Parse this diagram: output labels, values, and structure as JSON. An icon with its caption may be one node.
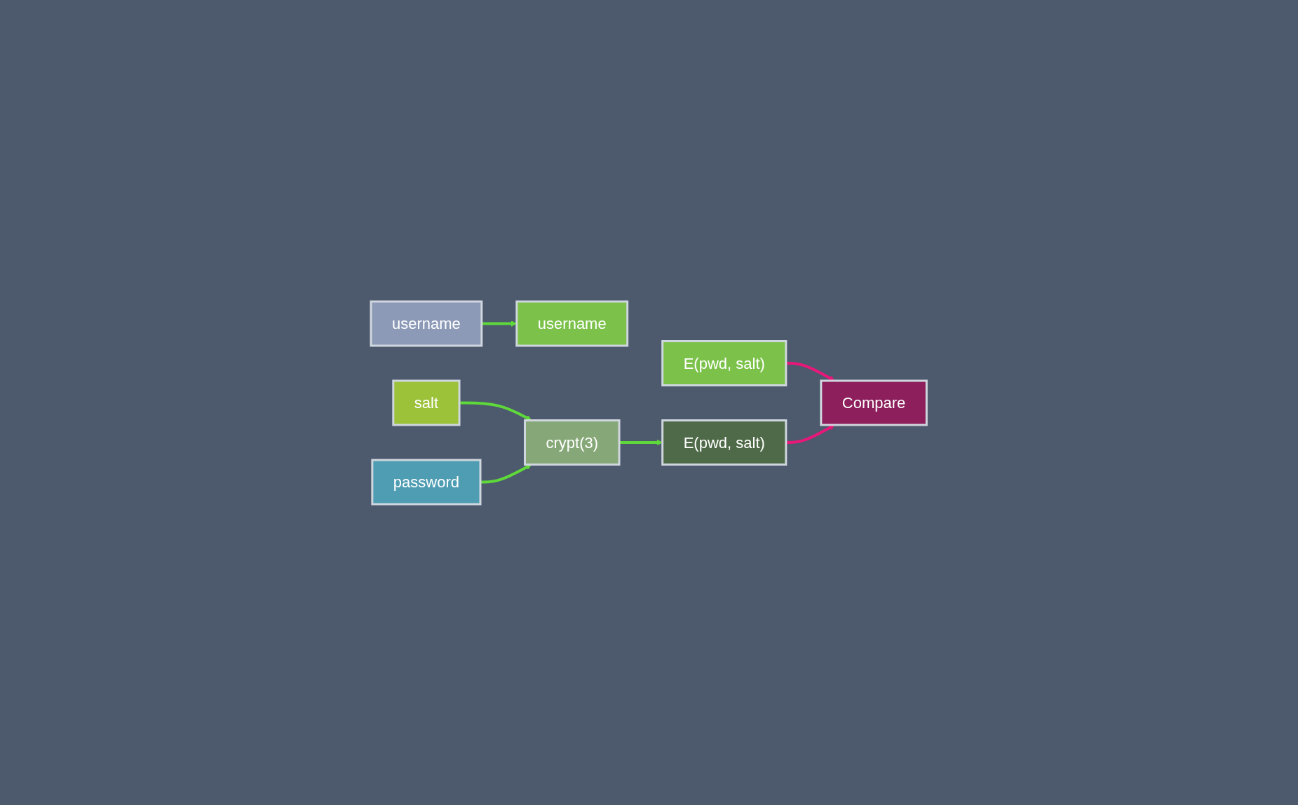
{
  "diagram": {
    "nodes": [
      {
        "text": [
          "username"
        ]
      },
      {
        "text": [
          "password"
        ]
      },
      {
        "text": [
          "username"
        ]
      },
      {
        "text": [
          "salt"
        ]
      },
      {
        "text": [
          "E(pwd, salt)"
        ]
      },
      {
        "text": [
          "crypt(3)"
        ]
      },
      {
        "text": [
          "E(pwd, salt)"
        ]
      },
      {
        "text": [
          "Compare"
        ]
      }
    ],
    "edges": [
      {
        "from": 0,
        "to": 2,
        "arrow": "to"
      },
      {
        "from": 3,
        "to": 5,
        "arrow": "to"
      },
      {
        "from": 1,
        "to": 5,
        "arrow": "to"
      },
      {
        "from": 5,
        "to": 6,
        "arrow": "to"
      },
      {
        "from": 4,
        "to": 7,
        "arrow": "to",
        "color": "#e8177a"
      },
      {
        "from": 6,
        "to": 7,
        "arrow": "to",
        "color": "#e8177a"
      }
    ]
  }
}
